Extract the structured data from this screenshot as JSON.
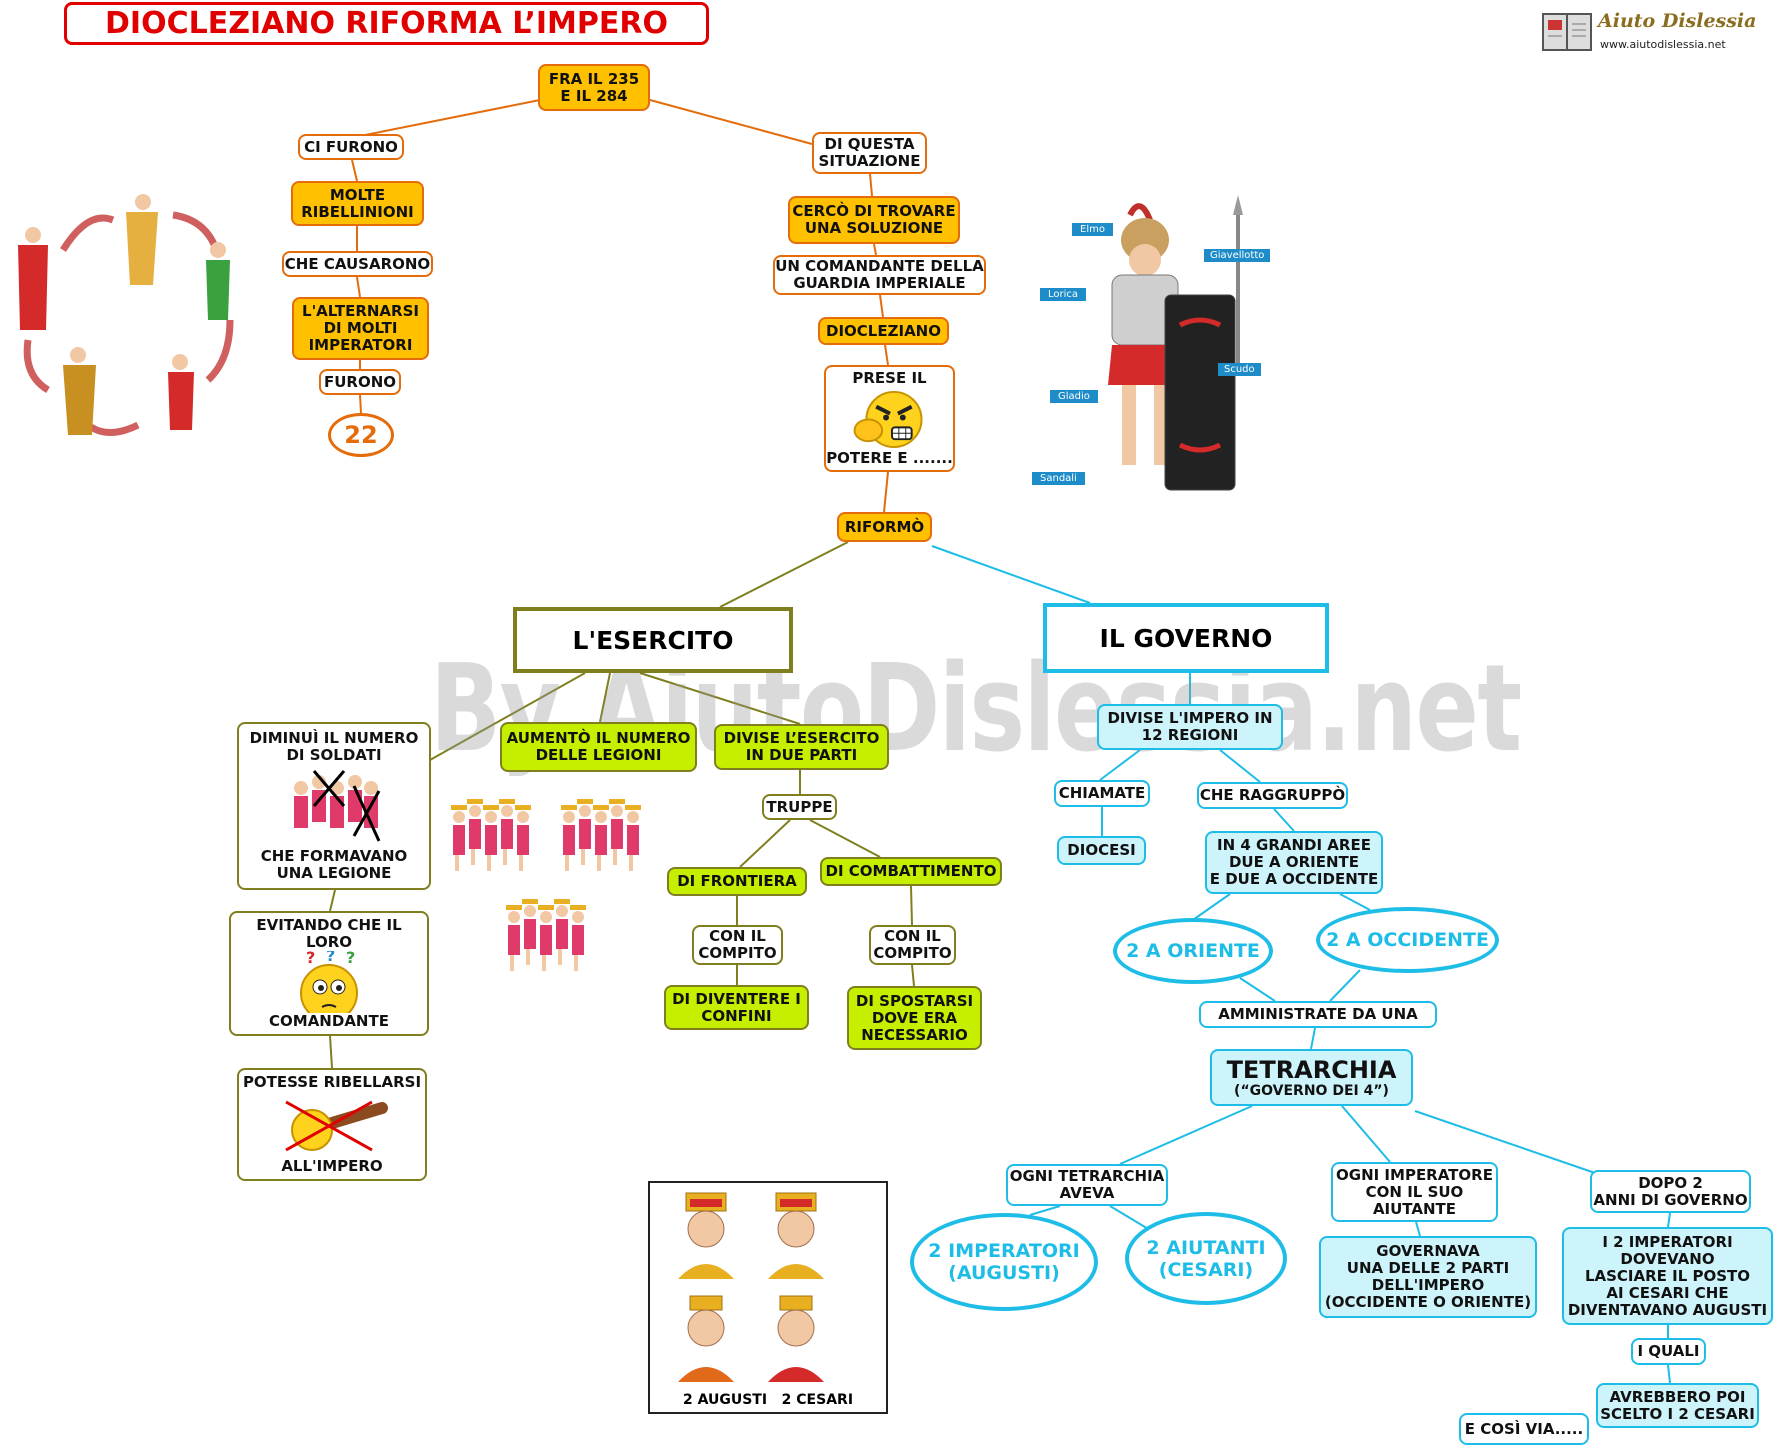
{
  "header": {
    "title": "DIOCLEZIANO RIFORMA L’IMPERO",
    "logo_text": "Aiuto Dislessia",
    "logo_url": "www.aiutodislessia.net",
    "watermark": "By AiutoDislessia.net"
  },
  "colors": {
    "orange": "#e46c0a",
    "orange_fill": "#ffc000",
    "olive": "#7f7f1f",
    "green_fill": "#c6ef00",
    "cyan": "#1ebde7",
    "cyan_fill": "#cdf3fb",
    "title_red": "#e00000"
  },
  "top": {
    "period": "FRA IL 235\nE IL  284",
    "ci_furono": "CI FURONO",
    "ribellioni": "MOLTE\nRIBELLINIONI",
    "causarono": "CHE CAUSARONO",
    "alternarsi": "L'ALTERNARSI\nDI MOLTI\nIMPERATORI",
    "furono": "FURONO",
    "count": "22",
    "di_questa": "DI QUESTA\nSITUAZIONE",
    "cerco": "CERCÒ DI TROVARE\nUNA SOLUZIONE",
    "comandante": "UN COMANDANTE DELLA\nGUARDIA IMPERIALE",
    "diocleziano": "DIOCLEZIANO",
    "prese_il": "PRESE IL",
    "potere": "POTERE E .......",
    "riformo": "RIFORMÒ"
  },
  "soldier_labels": {
    "elmo": "Elmo",
    "giavellotto": "Giavellotto",
    "lorica": "Lorica",
    "scudo": "Scudo",
    "gladio": "Gladio",
    "sandali": "Sandali"
  },
  "army": {
    "title": "L'ESERCITO",
    "diminui": "DIMINUÌ IL NUMERO\nDI SOLDATI",
    "formavano": "CHE FORMAVANO\nUNA LEGIONE",
    "evitando": "EVITANDO CHE IL LORO",
    "comandante": "COMANDANTE",
    "potesse": "POTESSE RIBELLARSI",
    "impero": "ALL'IMPERO",
    "aumento": "AUMENTÒ IL NUMERO\nDELLE LEGIONI",
    "divise": "DIVISE L’ESERCITO\nIN DUE PARTI",
    "truppe": "TRUPPE",
    "frontiera": "DI FRONTIERA",
    "combattimento": "DI COMBATTIMENTO",
    "compito1": "CON IL\nCOMPITO",
    "compito2": "CON IL\nCOMPITO",
    "confini": "DI DIVENTERE I\nCONFINI",
    "spostarsi": "DI SPOSTARSI\nDOVE ERA\nNECESSARIO"
  },
  "gov": {
    "title": "IL GOVERNO",
    "divise": "DIVISE L'IMPERO IN\n12 REGIONI",
    "chiamate": "CHIAMATE",
    "diocesi": "DIOCESI",
    "raggruppo": "CHE RAGGRUPPÒ",
    "aree": "IN  4  GRANDI AREE\nDUE A ORIENTE\nE DUE A OCCIDENTE",
    "oriente": "2 A ORIENTE",
    "occidente": "2 A OCCIDENTE",
    "amministrate": "AMMINISTRATE DA UNA",
    "tetrarchia": "TETRARCHIA",
    "tetrarchia_sub": "(“GOVERNO DEI 4”)",
    "ogni_tetrarchia": "OGNI TETRARCHIA\nAVEVA",
    "imperatori": "2 IMPERATORI\n(AUGUSTI)",
    "aiutanti": "2 AIUTANTI\n(CESARI)",
    "ogni_imperatore": "OGNI IMPERATORE\nCON IL SUO\nAIUTANTE",
    "governava": "GOVERNAVA\nUNA DELLE 2 PARTI\nDELL'IMPERO\n(OCCIDENTE O ORIENTE)",
    "dopo": "DOPO 2\nANNI DI GOVERNO",
    "lasciare": "I 2 IMPERATORI\nDOVEVANO\nLASCIARE IL POSTO\nAI CESARI CHE\nDIVENTAVANO AUGUSTI",
    "quali": "I QUALI",
    "scelto": "AVREBBERO POI\nSCELTO I 2 CESARI",
    "cosi": "E COSÌ VIA....."
  },
  "emperors_caption": "2 AUGUSTI   2 CESARI"
}
